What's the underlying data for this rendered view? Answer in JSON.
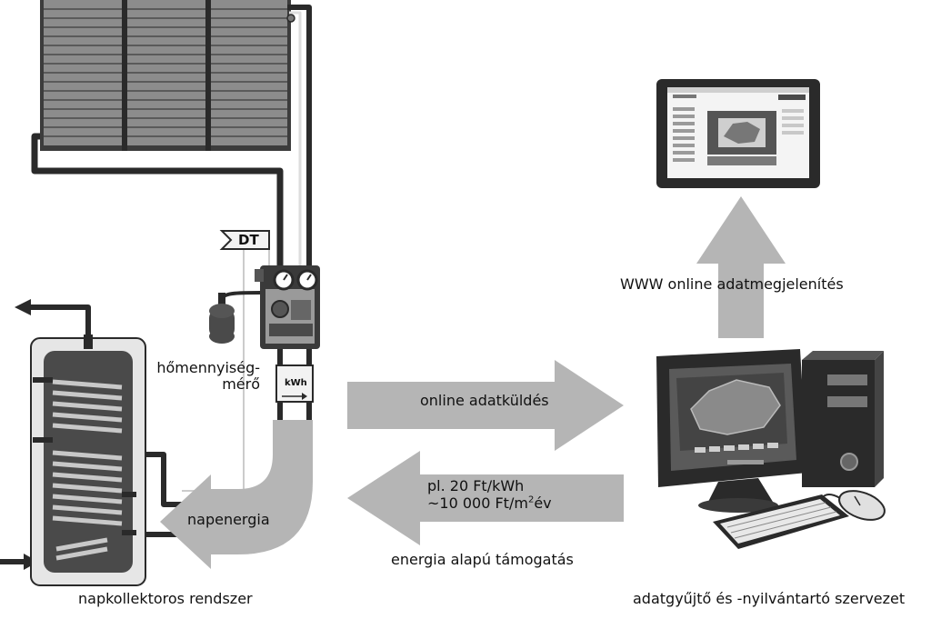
{
  "labels": {
    "solar_system": "napkollektoros rendszer",
    "heat_meter_line1": "hőmennyiség-",
    "heat_meter_line2": "mérő",
    "solar_energy": "napenergia",
    "online_sending": "online adatküldés",
    "price_line1": "pl. 20 Ft/kWh",
    "price_line2_a": "~10 000 Ft/m",
    "price_line2_sup": "2",
    "price_line2_b": "év",
    "energy_support": "energia alapú támogatás",
    "www_display": "WWW online adatmegjelenítés",
    "organization": "adatgyűjtő és -nyilvántartó szervezet",
    "dt_box": "DT",
    "kwh_box": "kWh"
  },
  "colors": {
    "arrow_gray": "#b5b5b5",
    "pipe_dark": "#2a2a2a",
    "panel_dark": "#4a4a4a",
    "panel_stripe": "#9a9a9a"
  }
}
